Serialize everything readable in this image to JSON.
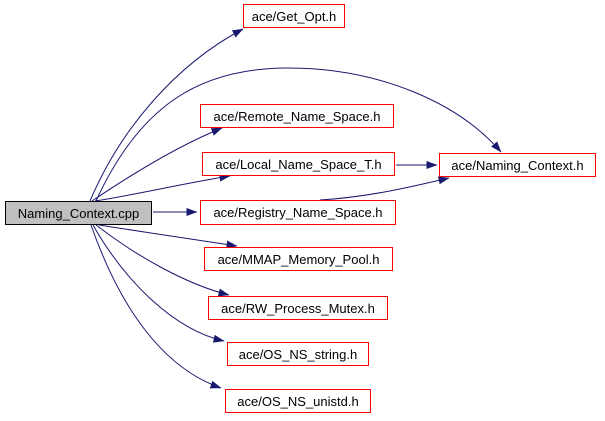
{
  "diagram": {
    "kind": "include-dependency-graph",
    "colors": {
      "edge": "#191970",
      "node_border": "#ff0000",
      "node_fill": "#ffffff",
      "root_fill": "#c0c0c0",
      "root_border": "#000000",
      "text": "#000000",
      "background": "#ffffff"
    },
    "nodes": [
      {
        "id": "naming-context-cpp",
        "label": "Naming_Context.cpp"
      },
      {
        "id": "ace-get-opt-h",
        "label": "ace/Get_Opt.h"
      },
      {
        "id": "ace-remote-name-space-h",
        "label": "ace/Remote_Name_Space.h"
      },
      {
        "id": "ace-local-name-space-t-h",
        "label": "ace/Local_Name_Space_T.h"
      },
      {
        "id": "ace-registry-name-space-h",
        "label": "ace/Registry_Name_Space.h"
      },
      {
        "id": "ace-mmap-memory-pool-h",
        "label": "ace/MMAP_Memory_Pool.h"
      },
      {
        "id": "ace-rw-process-mutex-h",
        "label": "ace/RW_Process_Mutex.h"
      },
      {
        "id": "ace-os-ns-string-h",
        "label": "ace/OS_NS_string.h"
      },
      {
        "id": "ace-os-ns-unistd-h",
        "label": "ace/OS_NS_unistd.h"
      },
      {
        "id": "ace-naming-context-h",
        "label": "ace/Naming_Context.h"
      }
    ],
    "edges": [
      {
        "from": "naming-context-cpp",
        "to": "ace-get-opt-h"
      },
      {
        "from": "naming-context-cpp",
        "to": "ace-naming-context-h"
      },
      {
        "from": "naming-context-cpp",
        "to": "ace-remote-name-space-h"
      },
      {
        "from": "naming-context-cpp",
        "to": "ace-local-name-space-t-h"
      },
      {
        "from": "naming-context-cpp",
        "to": "ace-registry-name-space-h"
      },
      {
        "from": "naming-context-cpp",
        "to": "ace-mmap-memory-pool-h"
      },
      {
        "from": "naming-context-cpp",
        "to": "ace-rw-process-mutex-h"
      },
      {
        "from": "naming-context-cpp",
        "to": "ace-os-ns-string-h"
      },
      {
        "from": "naming-context-cpp",
        "to": "ace-os-ns-unistd-h"
      },
      {
        "from": "ace-local-name-space-t-h",
        "to": "ace-naming-context-h"
      },
      {
        "from": "ace-registry-name-space-h",
        "to": "ace-naming-context-h"
      }
    ]
  }
}
